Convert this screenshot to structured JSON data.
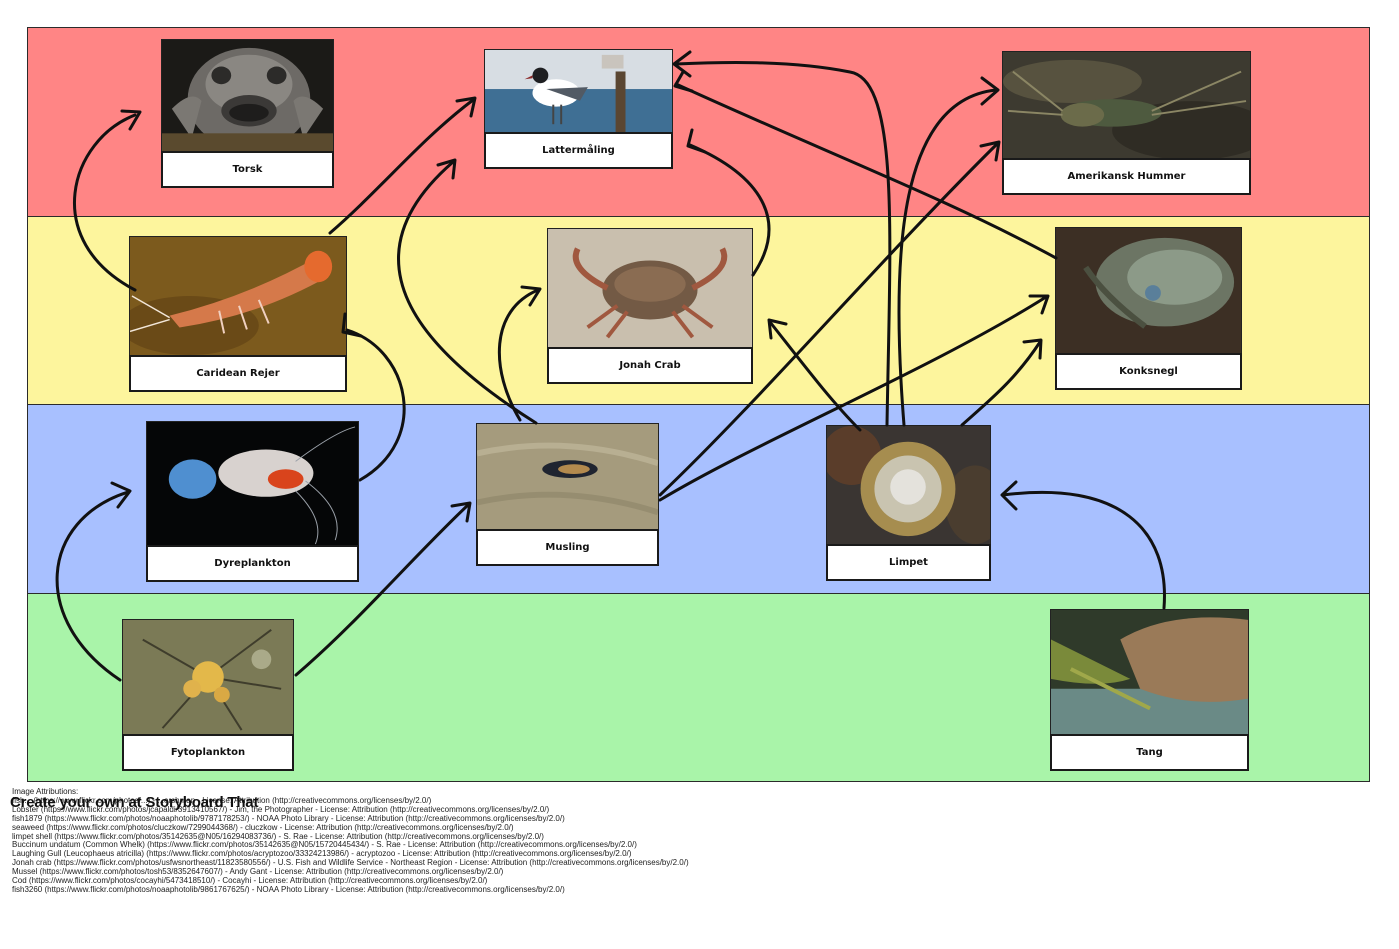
{
  "colors": {
    "band_top": "#ff8585",
    "band_upper_mid": "#fdf59d",
    "band_lower_mid": "#a8c0ff",
    "band_bottom": "#a9f4a9",
    "arrow": "#111111"
  },
  "organisms": {
    "torsk": "Torsk",
    "lattermaaling": "Lattermåling",
    "hummer": "Amerikansk Hummer",
    "rejer": "Caridean Rejer",
    "jonah": "Jonah Crab",
    "konksnegl": "Konksnegl",
    "dyreplankton": "Dyreplankton",
    "musling": "Musling",
    "limpet": "Limpet",
    "fytoplankton": "Fytoplankton",
    "tang": "Tang"
  },
  "attributions": [
    "Image Attributions:",
    "fish... (https://www.flickr.com/photos/...) - ...ershman - License: Attribution (http://creativecommons.org/licenses/by/2.0/)",
    "Lobster (https://www.flickr.com/photos/jcapaldi/3913410567/) - Jim, the Photographer - License: Attribution (http://creativecommons.org/licenses/by/2.0/)",
    "fish1879 (https://www.flickr.com/photos/noaaphotolib/9787178253/) - NOAA Photo Library - License: Attribution (http://creativecommons.org/licenses/by/2.0/)",
    "seaweed (https://www.flickr.com/photos/cluczkow/7299044368/) - cluczkow - License: Attribution (http://creativecommons.org/licenses/by/2.0/)",
    "limpet shell (https://www.flickr.com/photos/35142635@N05/16294083736/) - S. Rae - License: Attribution (http://creativecommons.org/licenses/by/2.0/)",
    "Buccinum undatum (Common Whelk) (https://www.flickr.com/photos/35142635@N05/15720445434/) - S. Rae - License: Attribution (http://creativecommons.org/licenses/by/2.0/)",
    "Laughing Gull (Leucophaeus atricilla) (https://www.flickr.com/photos/acryptozoo/33324213986/) - acryptozoo - License: Attribution (http://creativecommons.org/licenses/by/2.0/)",
    "Jonah crab (https://www.flickr.com/photos/usfwsnortheast/11823580556/) - U.S. Fish and Wildlife Service - Northeast Region - License: Attribution (http://creativecommons.org/licenses/by/2.0/)",
    "Mussel (https://www.flickr.com/photos/tosh53/8352647607/) - Andy Gant - License: Attribution (http://creativecommons.org/licenses/by/2.0/)",
    "Cod (https://www.flickr.com/photos/cocayhi/5473418510/) - Cocayhi - License: Attribution (http://creativecommons.org/licenses/by/2.0/)",
    "fish3260 (https://www.flickr.com/photos/noaaphotolib/9861767625/) - NOAA Photo Library - License: Attribution (http://creativecommons.org/licenses/by/2.0/)"
  ],
  "watermark": "Create your own at Storyboard That"
}
